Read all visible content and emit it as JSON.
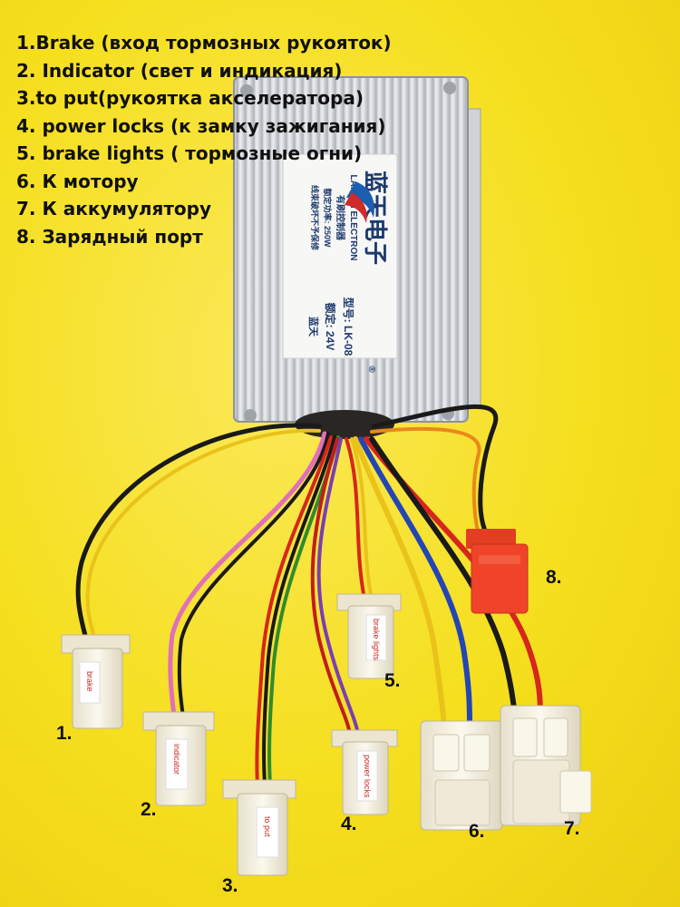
{
  "legend": [
    "1.Brake (вход тормозных рукояток)",
    "2. Indicator (свет и индикация)",
    "3.to put(рукоятка акселератора)",
    "4. power locks (к замку зажигания)",
    "5. brake lights ( тормозные огни)",
    "6. К мотору",
    "7. К аккумулятору",
    "8. Зарядный порт"
  ],
  "connector_numbers": [
    "1.",
    "2.",
    "3.",
    "4.",
    "5.",
    "6.",
    "7.",
    "8."
  ],
  "controller": {
    "brand_cn": "蓝天电子",
    "brand_en": "LANXIN ELECTRON",
    "type_cn": "有刷控制器",
    "power": "额定功率: 250W",
    "warranty": "线束破坏不予保修",
    "model_fragment": "型号: LK-08",
    "voltage_fragment": "额定: 24V",
    "logo_cn": "蓝天",
    "registered_mark": "®"
  },
  "tags": {
    "brake": "brake",
    "indicator": "indicator",
    "to_put": "to put",
    "power_locks": "power locks",
    "brake_lights": "brake lights"
  },
  "colors": {
    "background": "#f5e21c",
    "aluminum": "#d8dadd",
    "connector": "#f4f0e2",
    "charge_port": "#f0442a"
  }
}
